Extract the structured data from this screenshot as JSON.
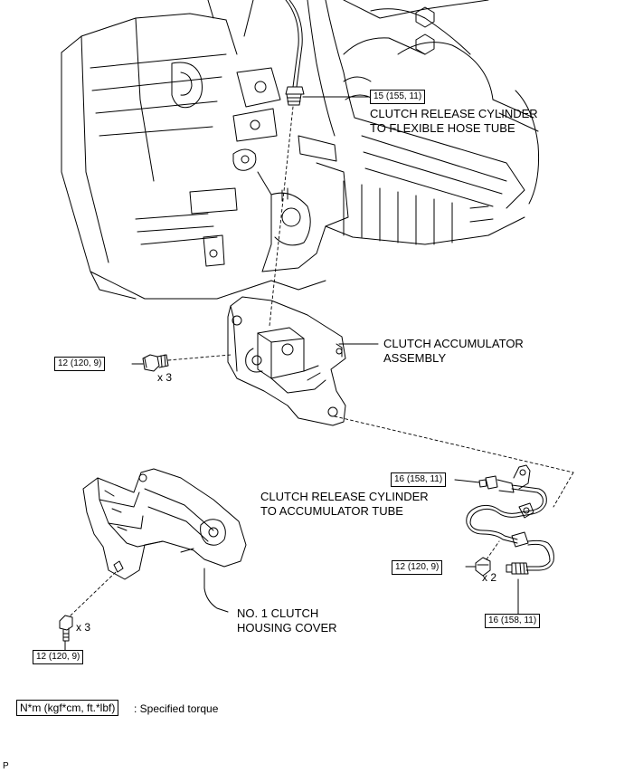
{
  "torques": {
    "hose_tube": "15 (155, 11)",
    "accumulator_bolts": "12 (120, 9)",
    "accumulator_tube_upper": "16 (158, 11)",
    "tube_bolt": "12 (120, 9)",
    "accumulator_tube_lower": "16 (158, 11)",
    "cover_bolts": "12 (120, 9)"
  },
  "labels": {
    "release_cyl_hose_1": "CLUTCH RELEASE CYLINDER",
    "release_cyl_hose_2": "TO FLEXIBLE HOSE TUBE",
    "accumulator_1": "CLUTCH ACCUMULATOR",
    "accumulator_2": "ASSEMBLY",
    "release_cyl_acc_1": "CLUTCH RELEASE CYLINDER",
    "release_cyl_acc_2": "TO ACCUMULATOR TUBE",
    "cover_1": "NO. 1 CLUTCH",
    "cover_2": "HOUSING COVER"
  },
  "quantities": {
    "accumulator_bolts": "x 3",
    "tube_bolt": "x 2",
    "cover_bolts": "x 3"
  },
  "legend": {
    "units": "N*m (kgf*cm, ft.*lbf)",
    "description": ": Specified torque"
  },
  "footer": {
    "code": "P"
  }
}
